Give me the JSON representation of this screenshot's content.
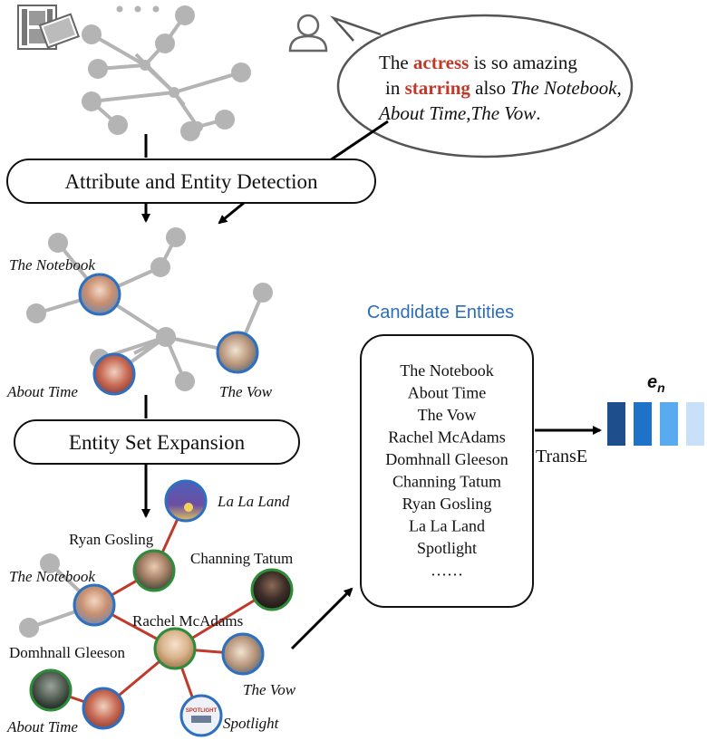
{
  "bubble": {
    "line1_pre": "The ",
    "line1_attr": "actress",
    "line1_post": " is so amazing",
    "line2_pre": "in ",
    "line2_attr": "starring",
    "line2_post": " also ",
    "line2_title": "The Notebook",
    "line2_comma": ",",
    "line3_t1": "About Time",
    "line3_comma": ",",
    "line3_t2": "The Vow",
    "line3_period": ".",
    "highlight_color": "#c0392b"
  },
  "steps": {
    "detection": "Attribute and Entity Detection",
    "expansion": "Entity Set Expansion"
  },
  "graph2": {
    "notebook": "The Notebook",
    "about_time": "About Time",
    "the_vow": "The Vow"
  },
  "graph3": {
    "lalaland": "La La Land",
    "ryan": "Ryan Gosling",
    "channing": "Channing Tatum",
    "notebook": "The Notebook",
    "rachel": "Rachel McAdams",
    "domhnall": "Domhnall Gleeson",
    "the_vow": "The Vow",
    "about_time": "About Time",
    "spotlight": "Spotlight",
    "poster_text": "SPOTLIGHT"
  },
  "candidates": {
    "title": "Candidate Entities",
    "title_color": "#2a6ebb",
    "items": [
      "The Notebook",
      "About Time",
      "The Vow",
      "Rachel McAdams",
      "Domhnall Gleeson",
      "Channing Tatum",
      "Ryan Gosling",
      "La La Land",
      "Spotlight",
      "……"
    ]
  },
  "transe": {
    "label": "TransE",
    "embedding_label": "e",
    "embedding_sub": "n",
    "bar_colors": [
      "#1f4e8c",
      "#1e73c8",
      "#5aaaf0",
      "#c8e0f8"
    ]
  },
  "colors": {
    "node_gray": "#b4b4b4",
    "edge_gray": "#b4b4b4",
    "relation_red": "#c0392b",
    "movie_ring": "#2e6fc0",
    "person_ring": "#2e8b3a"
  },
  "icons": {
    "film": "film-icon",
    "user": "user-icon",
    "ellipsis": "ellipsis-icon"
  }
}
